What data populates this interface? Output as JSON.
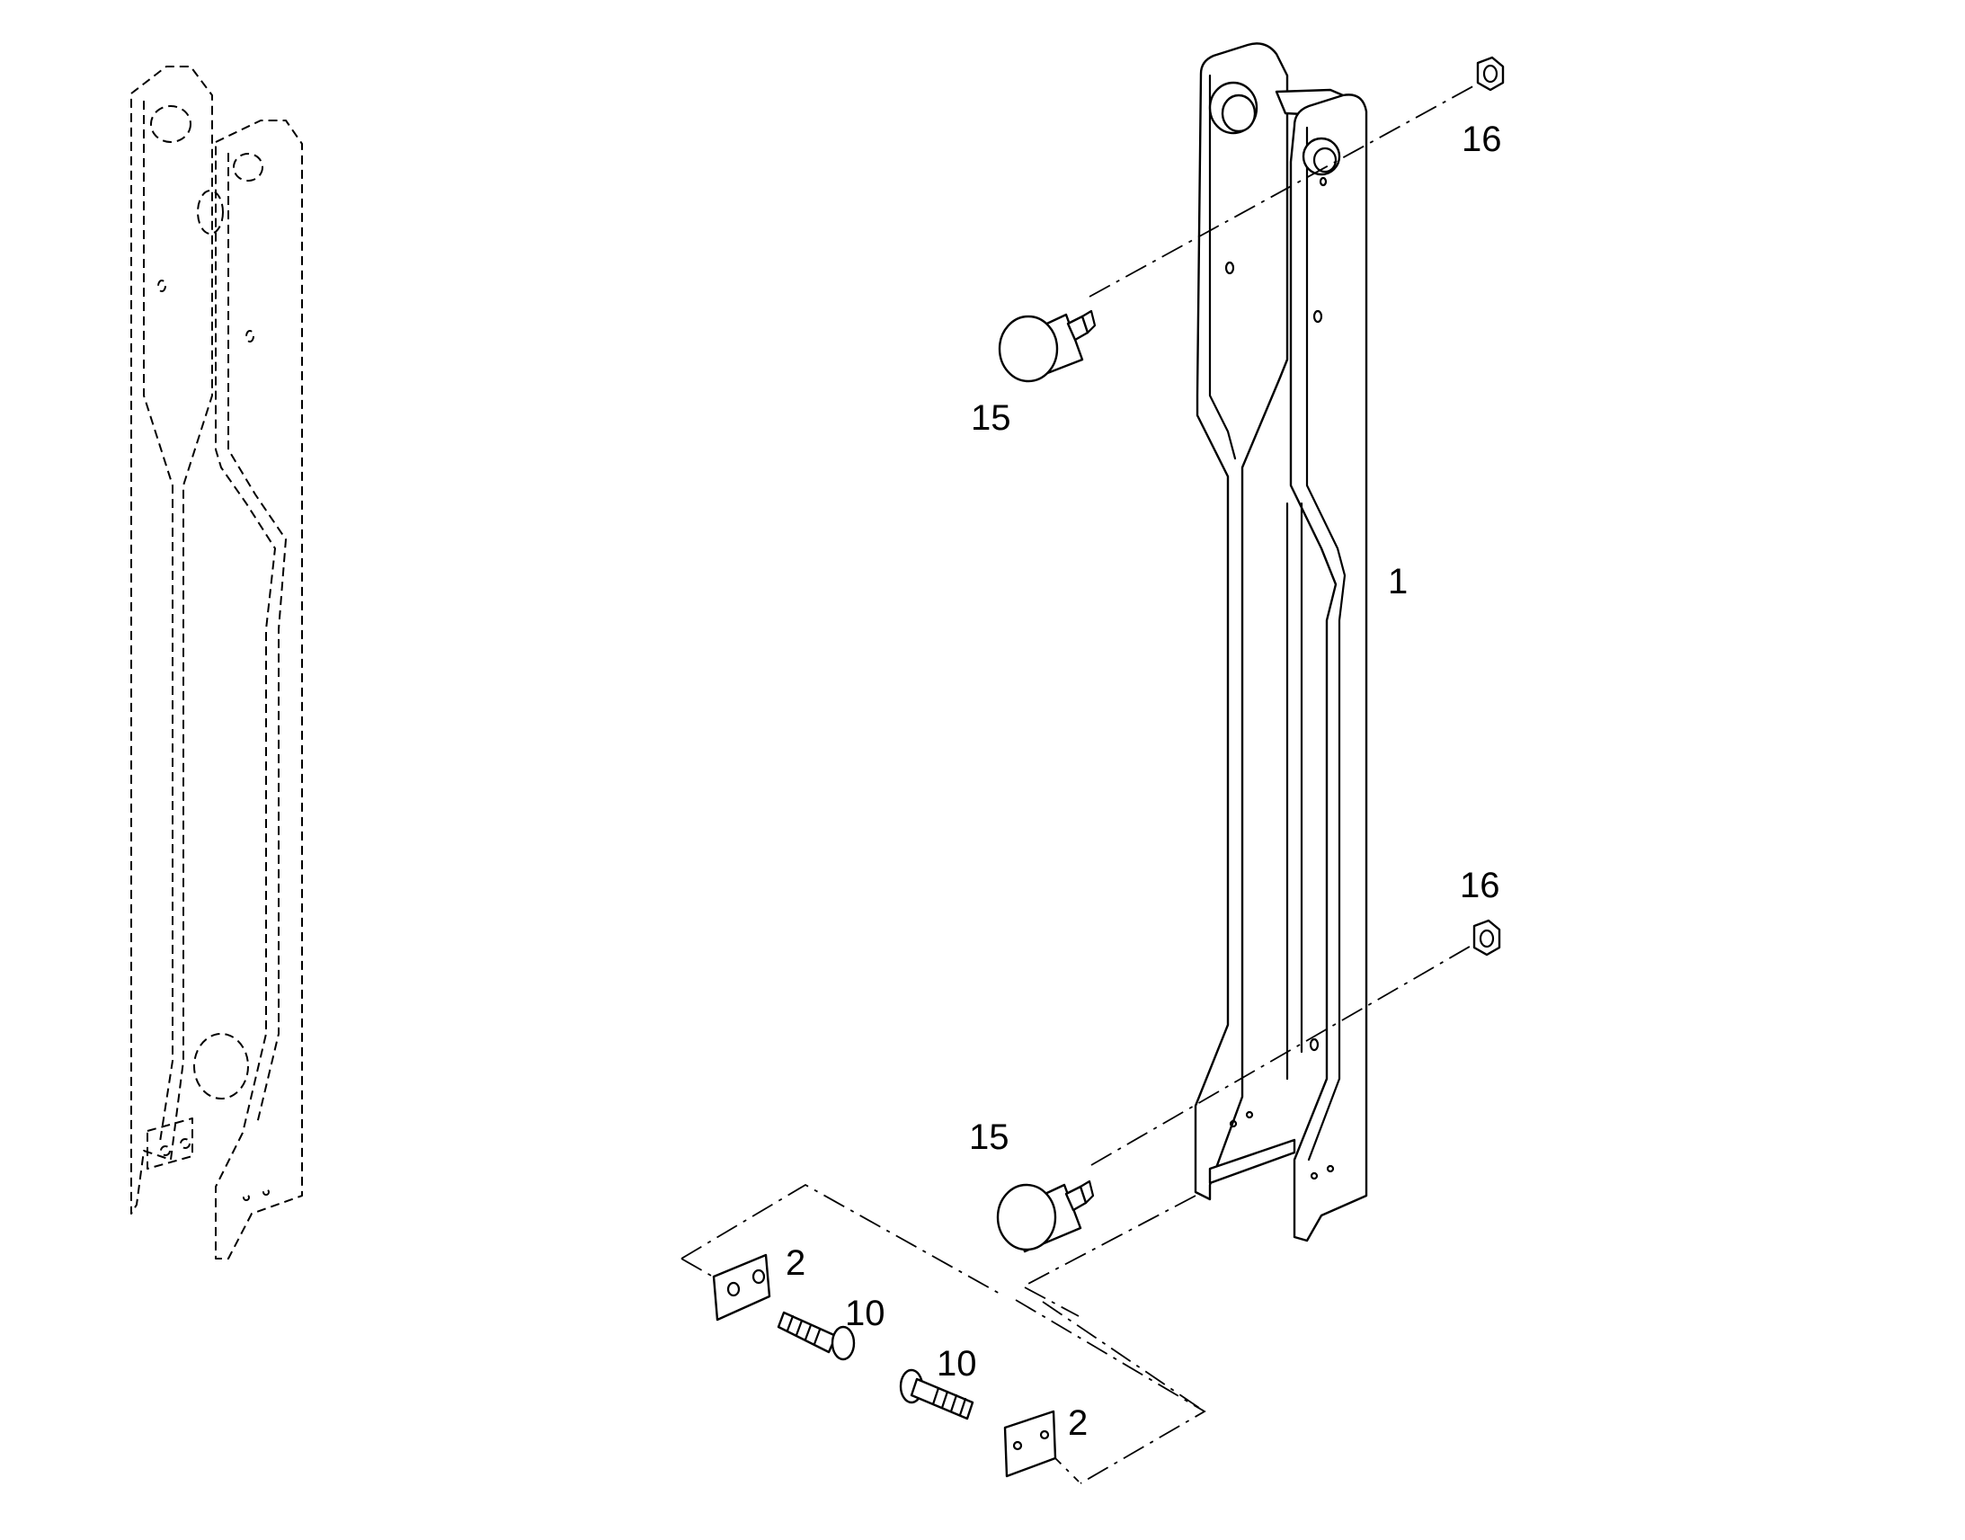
{
  "callouts": {
    "frame": "1",
    "bracket_a": "2",
    "bracket_b": "2",
    "screw_a": "10",
    "screw_b": "10",
    "bumper_top": "15",
    "bumper_bottom": "15",
    "nut_top": "16",
    "nut_bottom": "16"
  },
  "colors": {
    "line": "#000000",
    "background": "#ffffff"
  }
}
